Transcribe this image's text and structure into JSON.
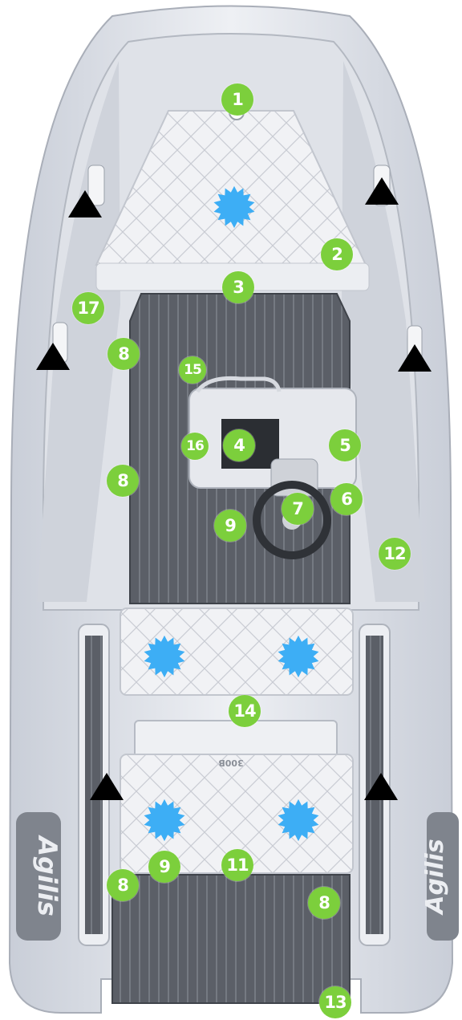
{
  "colors": {
    "marker": "#7ccf3c",
    "cushion_burst": "#3daef5",
    "warning_triangle": "#000000",
    "tube": "#d9dde5",
    "deck": "#5a5e66"
  },
  "brand": {
    "left": "Agilis",
    "right": "Agilis",
    "seat_logo": "300B"
  },
  "markers": [
    {
      "id": "1",
      "label": "1"
    },
    {
      "id": "2",
      "label": "2"
    },
    {
      "id": "3",
      "label": "3"
    },
    {
      "id": "4",
      "label": "4"
    },
    {
      "id": "5",
      "label": "5"
    },
    {
      "id": "6",
      "label": "6"
    },
    {
      "id": "7",
      "label": "7"
    },
    {
      "id": "8a",
      "label": "8"
    },
    {
      "id": "8b",
      "label": "8"
    },
    {
      "id": "8c",
      "label": "8"
    },
    {
      "id": "8d",
      "label": "8"
    },
    {
      "id": "9a",
      "label": "9"
    },
    {
      "id": "9b",
      "label": "9"
    },
    {
      "id": "11",
      "label": "11"
    },
    {
      "id": "12",
      "label": "12"
    },
    {
      "id": "13",
      "label": "13"
    },
    {
      "id": "14",
      "label": "14"
    },
    {
      "id": "15",
      "label": "15"
    },
    {
      "id": "16",
      "label": "16"
    },
    {
      "id": "17",
      "label": "17"
    }
  ],
  "icons": {
    "triangle": "warning-triangle-icon",
    "burst": "cushion-burst-icon"
  }
}
